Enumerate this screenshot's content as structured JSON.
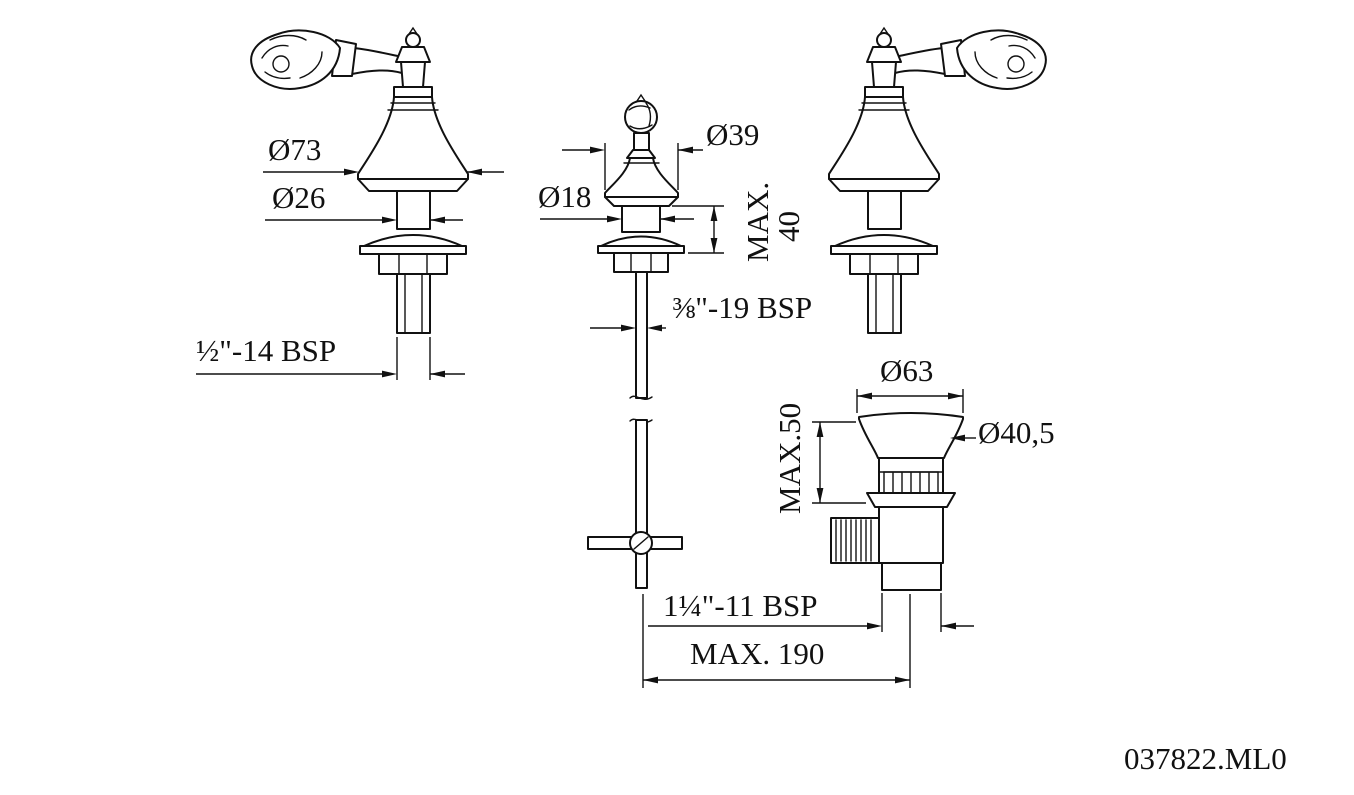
{
  "drawing": {
    "title": "basin-tap-set-technical-drawing",
    "labels": {
      "dia73": "Ø73",
      "dia26": "Ø26",
      "thread_half": "½\"-14 BSP",
      "dia39": "Ø39",
      "dia18": "Ø18",
      "max40_line1": "MAX.",
      "max40_line2": "40",
      "thread_three_eighths": "⅜\"-19 BSP",
      "dia63": "Ø63",
      "max50": "MAX.50",
      "dia405": "Ø40,5",
      "thread_one_quarter": "1¼\"-11 BSP",
      "max190": "MAX. 190"
    },
    "part_number": "037822.ML0",
    "colors": {
      "line": "#111111",
      "background": "#ffffff"
    }
  }
}
